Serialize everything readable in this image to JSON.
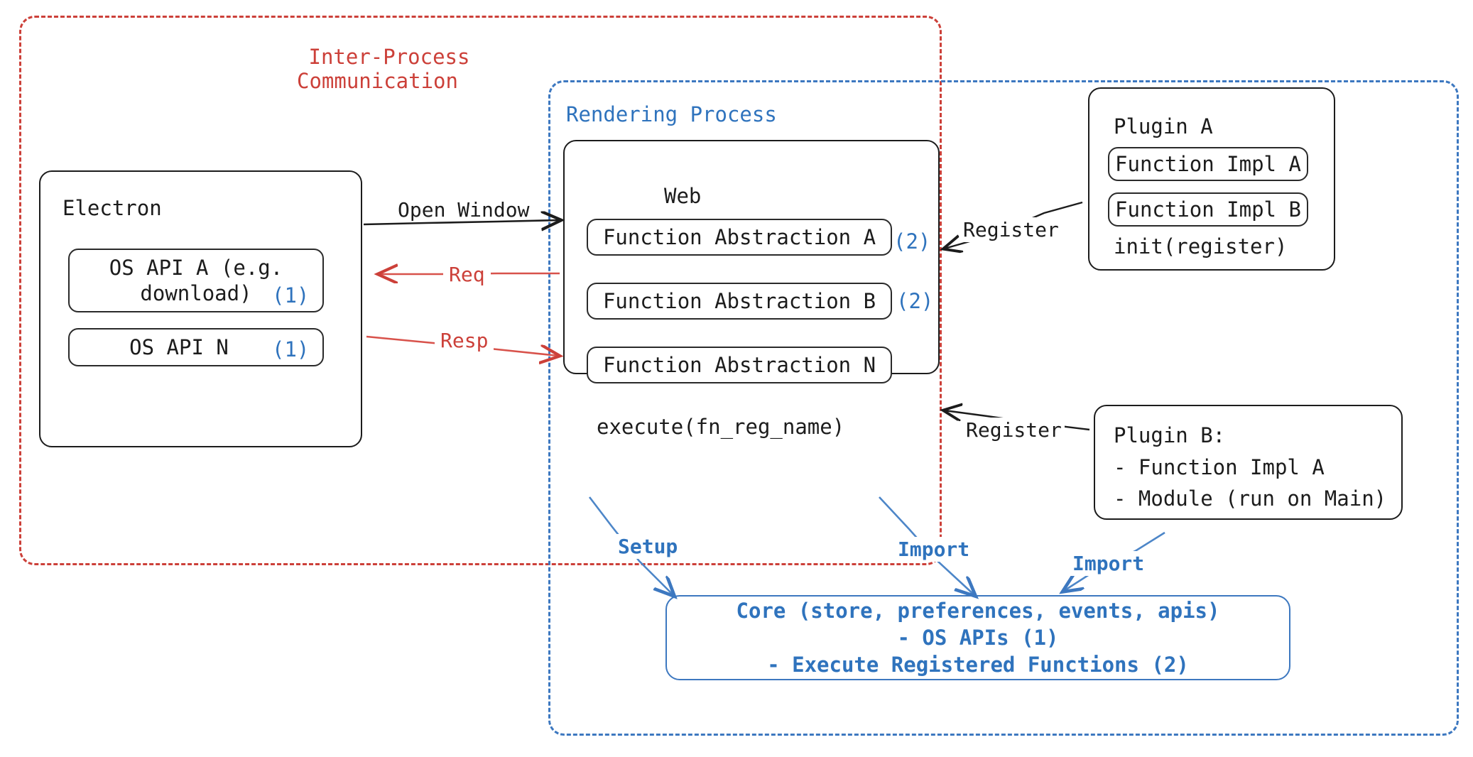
{
  "diagram": {
    "title": "Electron plugin architecture diagram",
    "colors": {
      "red": "#cc4039",
      "blue": "#3d78c0",
      "black": "#1c1c1c"
    },
    "groups": {
      "ipc": {
        "label_line1": "Inter-Process",
        "label_line2": "Communication",
        "color": "#cc4039"
      },
      "rendering": {
        "label": "Rendering Process",
        "color": "#3d78c0"
      }
    },
    "electron": {
      "title": "Electron",
      "apis": [
        {
          "label": "OS API A (e.g.\ndownload)",
          "marker": "(1)"
        },
        {
          "label": "OS API N",
          "marker": "(1)"
        }
      ]
    },
    "web": {
      "title": "Web",
      "abstractions": [
        {
          "label": "Function Abstraction A",
          "marker": "(2)"
        },
        {
          "label": "Function Abstraction B",
          "marker": "(2)"
        },
        {
          "label": "Function Abstraction N",
          "marker": ""
        }
      ],
      "footer": "execute(fn_reg_name)"
    },
    "plugin_a": {
      "title": "Plugin A",
      "items": [
        "Function Impl A",
        "Function Impl B"
      ],
      "footer": "init(register)"
    },
    "plugin_b": {
      "title": "Plugin B:",
      "items": [
        "- Function Impl A",
        "- Module (run on Main)"
      ]
    },
    "core": {
      "line1": "Core (store, preferences, events, apis)",
      "line2": "- OS APIs (1)",
      "line3": "- Execute Registered Functions (2)"
    },
    "arrows": {
      "open_window": "Open Window",
      "req": "Req",
      "resp": "Resp",
      "register_a": "Register",
      "register_b": "Register",
      "setup": "Setup",
      "import_web": "Import",
      "import_plugin_b": "Import"
    }
  }
}
